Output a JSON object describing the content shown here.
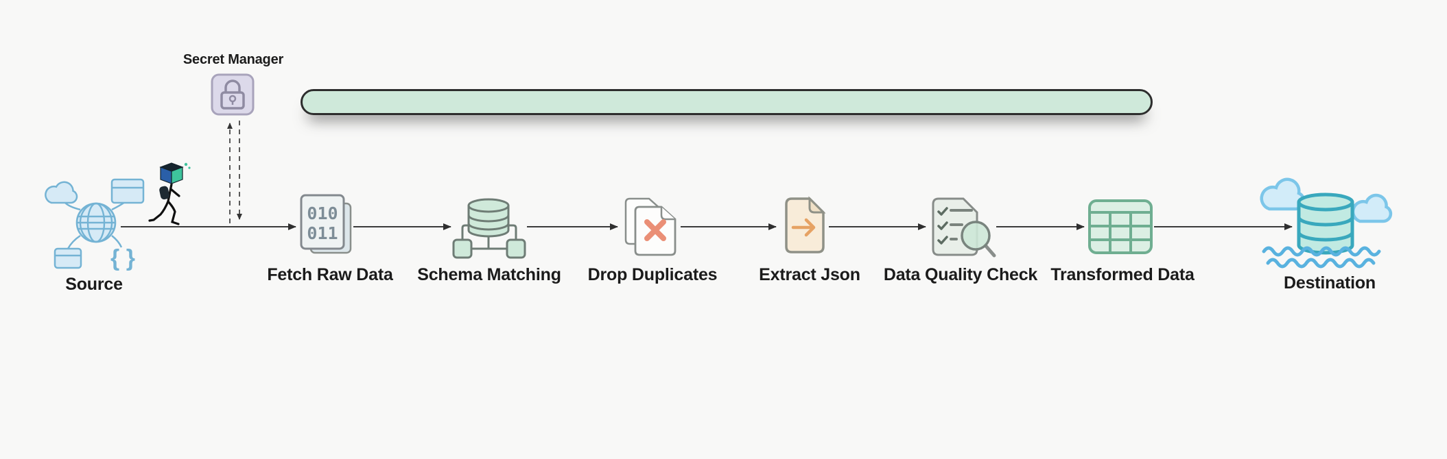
{
  "colors": {
    "bg": "#f8f8f7",
    "ink": "#1b1b1b",
    "line": "#3b3b3b",
    "blue-fill": "#d6eaf6",
    "blue-stroke": "#74b3d4",
    "lavender-fill": "#dcd9ea",
    "lavender-stroke": "#a8a3bb",
    "lock-stroke": "#8f8ba2",
    "mint-fill": "#cfe9da",
    "pill-border": "#2d2d2d",
    "gray-stroke": "#898e8b",
    "page-fill": "#eff3f3",
    "page-back-fill": "#dce6ea",
    "digit-ink": "#7d8d97",
    "doc-white": "#fdfdfc",
    "salmon": "#ea8f76",
    "cream-fill": "#f8ecd9",
    "cream-fold": "#efe0c6",
    "orange": "#e6a263",
    "check-doc-fill": "#e9efe9",
    "check-ink": "#5d6c62",
    "table-green": "#6fae91",
    "table-fill": "#dcefe4",
    "teal-fill": "#c1eae2",
    "teal-stroke": "#39a8bd",
    "wave-blue": "#59b2df",
    "cube-blue": "#2a5fa8",
    "cube-green": "#3ec39c",
    "cube-dark": "#16242e"
  },
  "diagram": {
    "secret_manager": {
      "label": "Secret Manager"
    },
    "source_braces": "{ }",
    "fetch_binary": {
      "line1": "010",
      "line2": "011"
    },
    "nodes": [
      {
        "id": "source",
        "label": "Source",
        "icon": "globe-network-icon"
      },
      {
        "id": "fetch-raw-data",
        "label": "Fetch Raw Data",
        "icon": "binary-document-icon"
      },
      {
        "id": "schema-matching",
        "label": "Schema Matching",
        "icon": "database-tree-icon"
      },
      {
        "id": "drop-duplicates",
        "label": "Drop Duplicates",
        "icon": "duplicate-documents-x-icon"
      },
      {
        "id": "extract-json",
        "label": "Extract Json",
        "icon": "document-arrow-icon"
      },
      {
        "id": "data-quality-check",
        "label": "Data Quality Check",
        "icon": "checklist-magnifier-icon"
      },
      {
        "id": "transformed-data",
        "label": "Transformed Data",
        "icon": "table-grid-icon"
      },
      {
        "id": "destination",
        "label": "Destination",
        "icon": "cloud-database-icon"
      }
    ]
  }
}
